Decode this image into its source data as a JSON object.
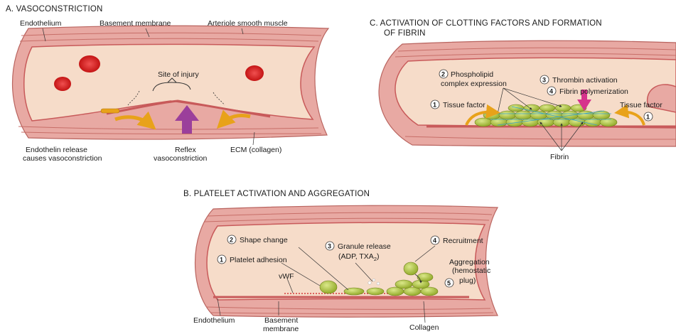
{
  "panel_a": {
    "title": "A. VASOCONSTRICTION",
    "labels": {
      "endothelium": "Endothelium",
      "basement_membrane": "Basement membrane",
      "smooth_muscle": "Arteriole smooth muscle",
      "site_of_injury": "Site of injury",
      "endothelin_1": "Endothelin release",
      "endothelin_2": "causes vasoconstriction",
      "reflex_1": "Reflex",
      "reflex_2": "vasoconstriction",
      "ecm": "ECM (collagen)"
    }
  },
  "panel_b": {
    "title": "B. PLATELET ACTIVATION AND AGGREGATION",
    "labels": {
      "n1": "1",
      "platelet_adhesion": "Platelet adhesion",
      "n2": "2",
      "shape_change": "Shape change",
      "n3": "3",
      "granule_1": "Granule release",
      "granule_2_pre": "(ADP, TXA",
      "granule_2_sub": "2",
      "granule_2_post": ")",
      "n4": "4",
      "recruitment": "Recruitment",
      "n5": "5",
      "aggregation_1": "Aggregation",
      "aggregation_2": "(hemostatic",
      "aggregation_3": "plug)",
      "vwf": "vWF",
      "endothelium": "Endothelium",
      "basement_1": "Basement",
      "basement_2": "membrane",
      "collagen": "Collagen"
    }
  },
  "panel_c": {
    "title_1": "C. ACTIVATION OF CLOTTING FACTORS AND FORMATION",
    "title_2": "OF FIBRIN",
    "labels": {
      "n2": "2",
      "phospholipid_1": "Phospholipid",
      "phospholipid_2": "complex expression",
      "n3": "3",
      "thrombin": "Thrombin activation",
      "n4": "4",
      "fibrin_poly": "Fibrin polymerization",
      "n1a": "1",
      "tissue_factor_left": "Tissue factor",
      "tissue_factor_right": "Tissue factor",
      "n1b": "1",
      "fibrin": "Fibrin"
    }
  },
  "colors": {
    "vessel_wall": "#e8a9a3",
    "wall_layer": "#d9857f",
    "lumen": "#f6dcc9",
    "endothelium": "#c85a5a",
    "rbc": "#d81e1e",
    "platelet": "#a9c13a",
    "arrow_orange": "#e8a21a",
    "arrow_purple": "#9b3f9b",
    "arrow_magenta": "#d6338c"
  }
}
